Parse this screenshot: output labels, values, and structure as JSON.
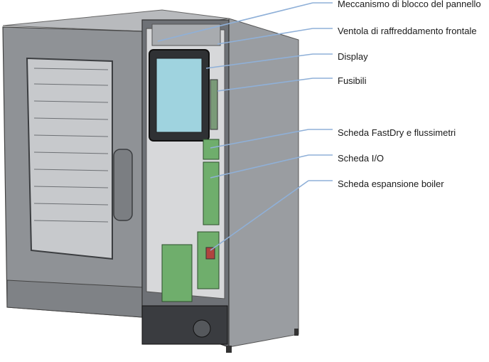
{
  "callouts": [
    {
      "id": "panel-lock",
      "label": "Meccanismo di blocco del pannello"
    },
    {
      "id": "front-fan",
      "label": "Ventola di raffreddamento frontale"
    },
    {
      "id": "display",
      "label": "Display"
    },
    {
      "id": "fuses",
      "label": "Fusibili"
    },
    {
      "id": "fastdry-board",
      "label": "Scheda FastDry e flussimetri"
    },
    {
      "id": "io-board",
      "label": "Scheda I/O"
    },
    {
      "id": "boiler-board",
      "label": "Scheda espansione boiler"
    }
  ],
  "colors": {
    "leader": "#8fb0d8",
    "body": "#8a8d91",
    "body_dark": "#5e6166",
    "glass": "#c9cbcf",
    "display": "#9fd3df",
    "pcb": "#6fae6c"
  }
}
